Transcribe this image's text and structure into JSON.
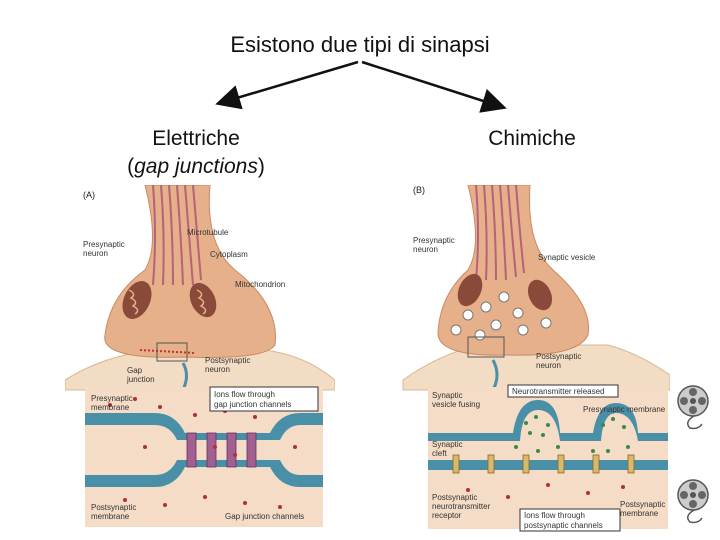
{
  "title": "Esistono due tipi di sinapsi",
  "left_heading": {
    "line1": "Elettriche",
    "line2_open": "(",
    "line2_italic": "gap junctions",
    "line2_close": ")"
  },
  "right_heading": "Chimiche",
  "panel_a": {
    "tag": "(A)",
    "labels": {
      "microtubule": "Microtubule",
      "presynaptic_neuron_1": "Presynaptic",
      "presynaptic_neuron_2": "neuron",
      "cytoplasm": "Cytoplasm",
      "mitochondrion": "Mitochondrion",
      "postsynaptic_neuron_1": "Postsynaptic",
      "postsynaptic_neuron_2": "neuron",
      "gap_junction_1": "Gap",
      "gap_junction_2": "junction",
      "ions_flow_1": "Ions flow through",
      "ions_flow_2": "gap junction channels",
      "presynaptic_membrane_1": "Presynaptic",
      "presynaptic_membrane_2": "membrane",
      "postsynaptic_membrane_1": "Postsynaptic",
      "postsynaptic_membrane_2": "membrane",
      "gap_junction_channels": "Gap junction channels"
    }
  },
  "panel_b": {
    "tag": "(B)",
    "labels": {
      "presynaptic_neuron_1": "Presynaptic",
      "presynaptic_neuron_2": "neuron",
      "synaptic_vesicle": "Synaptic vesicle",
      "postsynaptic_neuron_1": "Postsynaptic",
      "postsynaptic_neuron_2": "neuron",
      "synaptic_vesicle_fusing_1": "Synaptic",
      "synaptic_vesicle_fusing_2": "vesicle fusing",
      "neurotransmitter_released": "Neurotransmitter released",
      "presynaptic_membrane": "Presynaptic membrane",
      "synaptic_cleft_1": "Synaptic",
      "synaptic_cleft_2": "cleft",
      "receptor_1": "Postsynaptic",
      "receptor_2": "neurotransmitter",
      "receptor_3": "receptor",
      "ions_flow_1": "Ions flow through",
      "ions_flow_2": "postsynaptic channels",
      "postsynaptic_membrane_1": "Postsynaptic",
      "postsynaptic_membrane_2": "membrane"
    }
  },
  "colors": {
    "cell": "#e6b08a",
    "cell_dark": "#c98a62",
    "cleft": "#f4dcc6",
    "membrane": "#4a8fa8",
    "microtubule": "#b5627a",
    "mito": "#8a4a3a",
    "ion": "#b0303a",
    "transmitter": "#3a8a4a"
  },
  "icons": [
    "film-reel-icon",
    "film-reel-icon"
  ]
}
